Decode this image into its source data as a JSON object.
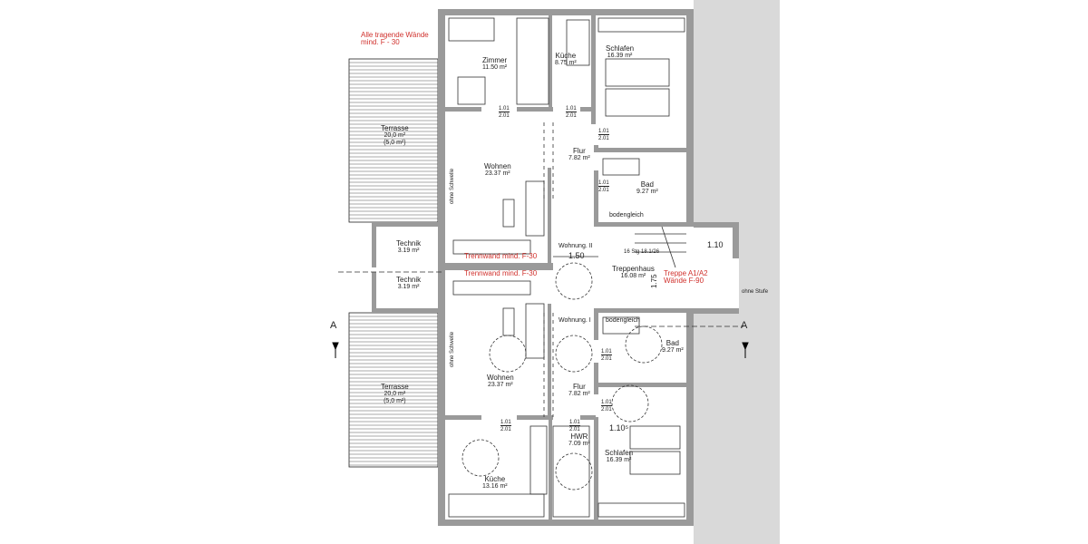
{
  "notes": {
    "bearing_walls": "Alle tragende Wände",
    "bearing_walls_2": "mind. F - 30",
    "partition_top": "Trennwand mind. F-30",
    "partition_bottom": "Trennwand mind. F-30",
    "stair_1": "Treppe A1/A2",
    "stair_2": "Wände F-90"
  },
  "rooms": [
    {
      "name": "Zimmer",
      "area": "11.50 m²"
    },
    {
      "name": "Küche",
      "area": "8.75 m²"
    },
    {
      "name": "Schlafen",
      "area": "16.39 m²"
    },
    {
      "name": "Wohnen",
      "area": "23.37 m²"
    },
    {
      "name": "Flur",
      "area": "7.82 m²"
    },
    {
      "name": "Bad",
      "area": "9.27 m²"
    },
    {
      "name": "Terrasse",
      "area": "20,0 m²",
      "extra": "(5,0 m²)"
    },
    {
      "name": "Technik",
      "area": "3.19 m²"
    },
    {
      "name": "Technik",
      "area": "3.19 m²"
    },
    {
      "name": "Treppenhaus",
      "area": "16.08 m²"
    },
    {
      "name": "Wohnen",
      "area": "23.37 m²"
    },
    {
      "name": "Flur",
      "area": "7.82 m²"
    },
    {
      "name": "Bad",
      "area": "9.27 m²"
    },
    {
      "name": "Terrasse",
      "area": "20,0 m²",
      "extra": "(5,0 m²)"
    },
    {
      "name": "HWR",
      "area": "7.09 m²"
    },
    {
      "name": "Küche",
      "area": "13.16 m²"
    },
    {
      "name": "Schlafen",
      "area": "16.39 m²"
    }
  ],
  "door_label": {
    "width": "1.01",
    "height": "2.01"
  },
  "labels": {
    "no_threshold": "ohne Schwelle",
    "floor_level": "bodengleich",
    "unit_2": "Wohnung. II",
    "unit_1": "Wohnung. I",
    "dim_150": "1.50",
    "dim_110": "1.10",
    "dim_175": "1.75",
    "dim_1105": "1.10⁵",
    "stairs": "16 Stg 18.1/26",
    "no_step": "ohne Stufe",
    "section": "A"
  },
  "colors": {
    "wall": "#9a9a9a",
    "annotation": "#d0312d",
    "outside": "#d9d9d9"
  }
}
